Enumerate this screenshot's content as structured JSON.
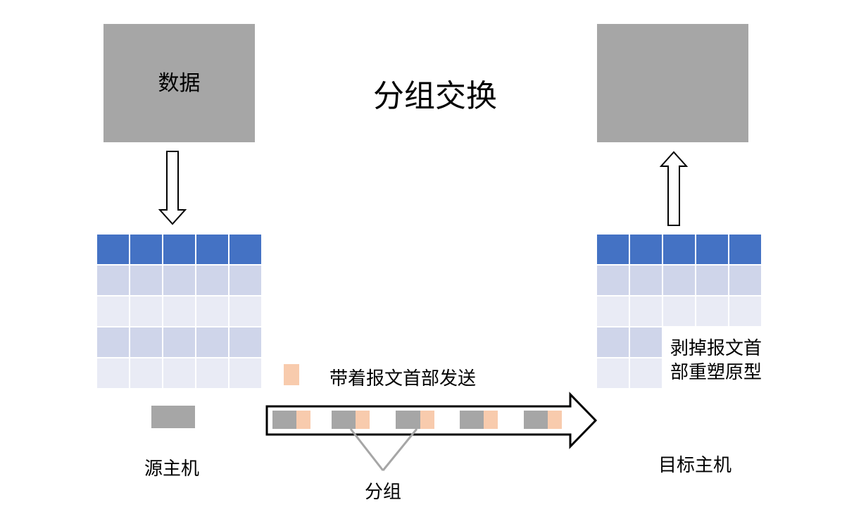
{
  "title": "分组交换",
  "source": {
    "data_label": "数据",
    "host_label": "源主机"
  },
  "destination": {
    "host_label": "目标主机",
    "strip_note": "剥掉报文首部重塑原型"
  },
  "legend": {
    "header_note": "带着报文首部发送"
  },
  "packet_label": "分组",
  "colors": {
    "data_block": "#a6a6a6",
    "table_header": "#4472c4",
    "table_row_dark": "#cfd5ea",
    "table_row_light": "#e9ebf5",
    "packet_header": "#f8cbad",
    "packet_body": "#a6a6a6"
  }
}
